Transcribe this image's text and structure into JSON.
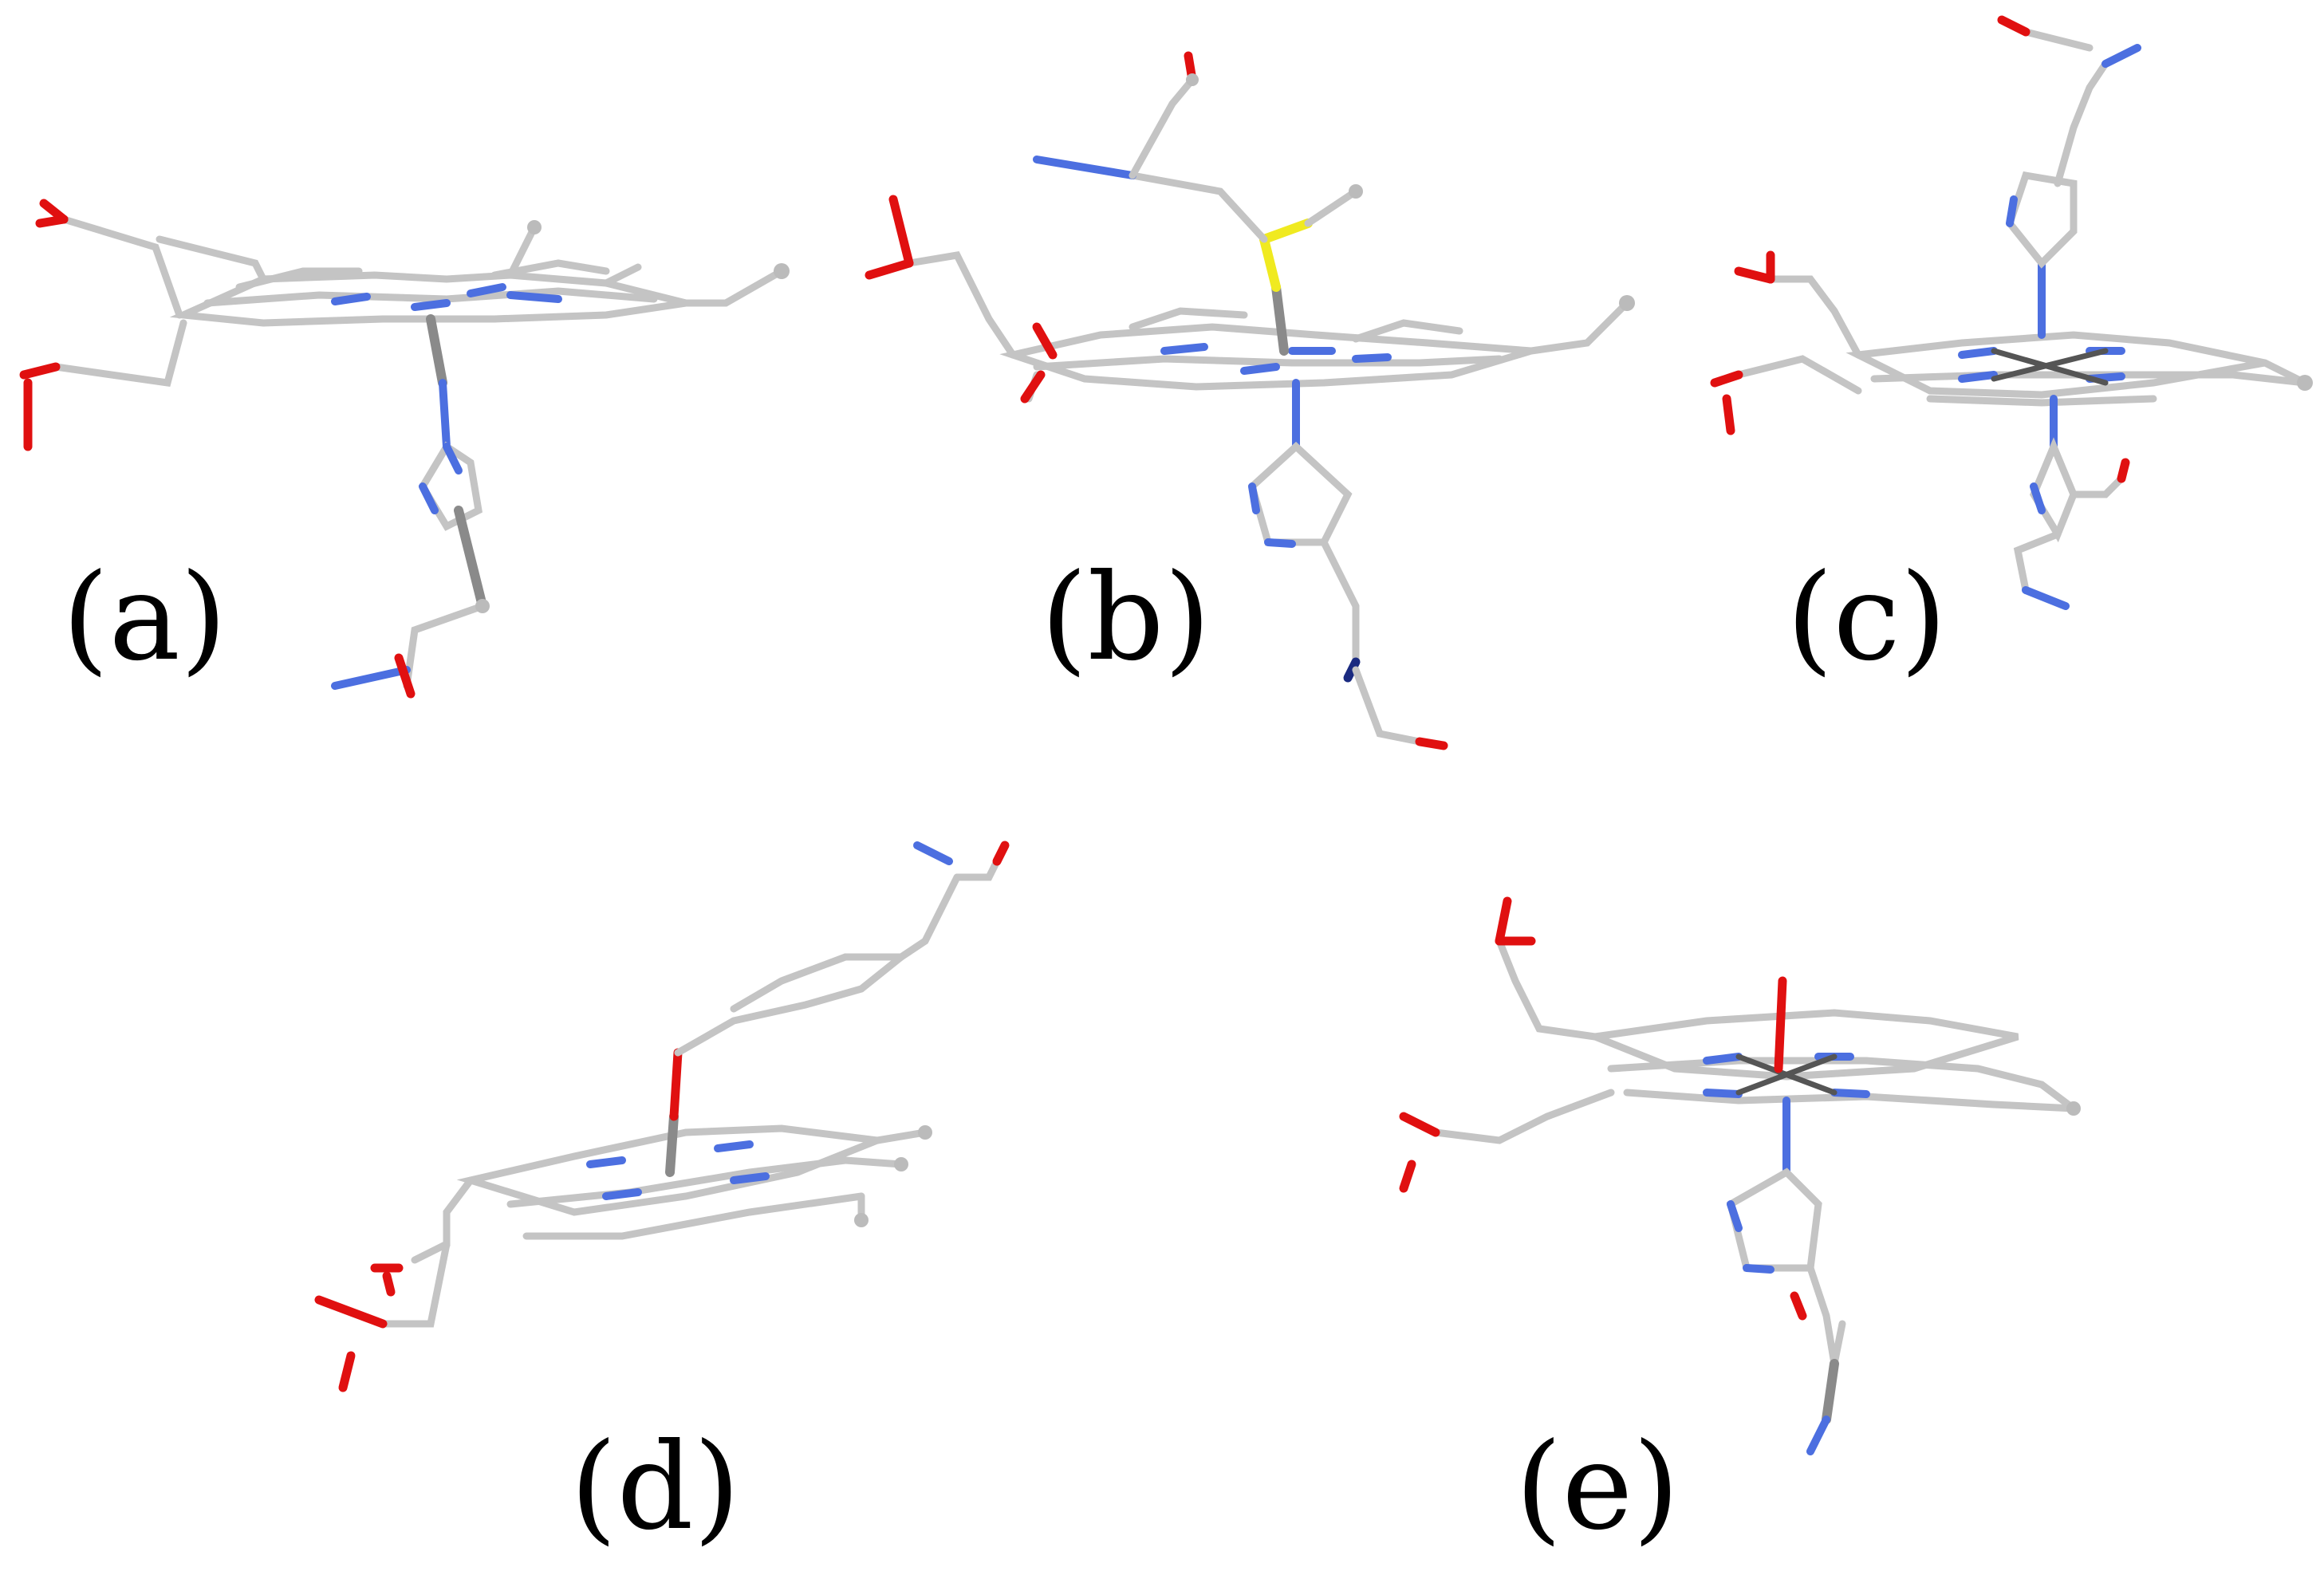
{
  "panels": [
    {
      "id": "a",
      "label": "(a)"
    },
    {
      "id": "b",
      "label": "(b)"
    },
    {
      "id": "c",
      "label": "(c)"
    },
    {
      "id": "d",
      "label": "(d)"
    },
    {
      "id": "e",
      "label": "(e)"
    }
  ],
  "colors": {
    "carbon": "#c8c8c8",
    "carbon_dark": "#7d7d7d",
    "nitrogen": "#4c6fe0",
    "nitrogen_dark": "#1a2a80",
    "oxygen": "#e01010",
    "sulfur": "#f4f030",
    "metal": "#555555",
    "background": "#ffffff"
  }
}
